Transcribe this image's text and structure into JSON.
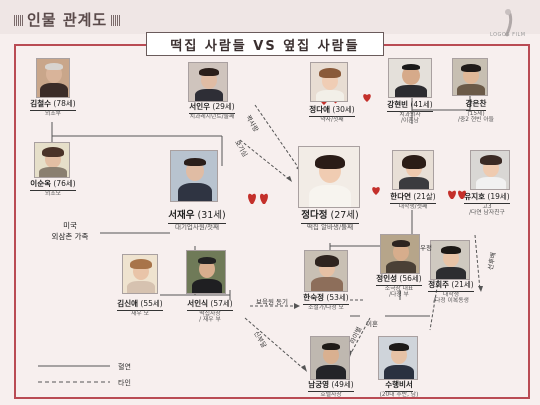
{
  "header": {
    "title": "인물 관계도",
    "logo_text": "LOGOS FILM"
  },
  "banner": "떡집 사람들 VS 옆집 사람들",
  "colors": {
    "frame": "#b94b54",
    "heart": "#c4302b",
    "line": "#555555"
  },
  "people": {
    "kim_cheolsu": {
      "name": "김철수",
      "age": "(78세)",
      "role": "외조부"
    },
    "lee_sunok": {
      "name": "이순옥",
      "age": "(76세)",
      "role": "외조모"
    },
    "seo_inu": {
      "name": "서인우",
      "age": "(29세)",
      "role": "치과레지던트/둘째"
    },
    "seo_jaeu": {
      "name": "서재우",
      "age": "(31세)",
      "role": "대기업사원/첫째"
    },
    "kim_sinae": {
      "name": "김신애",
      "age": "(55세)",
      "role": "재우 모"
    },
    "seo_insik": {
      "name": "서인식",
      "age": "(57세)",
      "role": "떡집사장/재우 부"
    },
    "jeong_daae": {
      "name": "정다애",
      "age": "(30세)",
      "role": "약사/첫째"
    },
    "kang_hyeonbin": {
      "name": "강현빈",
      "age": "(41세)",
      "role": "치과의사/이혼남"
    },
    "kang_eunchan": {
      "name": "강은찬",
      "age": "(15세)",
      "role": "/중2 현빈 아들"
    },
    "jeong_dajeong": {
      "name": "정다정",
      "age": "(27세)",
      "role": "떡집 알바생/둘째"
    },
    "han_dayeon": {
      "name": "한다연",
      "age": "(21살)",
      "role": "대학생/셋째"
    },
    "yu_jiho": {
      "name": "유지호",
      "age": "(19세)",
      "role": "고3/다연 남자친구"
    },
    "han_suksun": {
      "name": "한숙정",
      "age": "(53세)",
      "role": "소설가/다정 모"
    },
    "jeong_inseong": {
      "name": "정인성",
      "age": "(56세)",
      "role": "소극장 대표/다정 부"
    },
    "jeong_hoju": {
      "name": "정희주",
      "age": "(21세)",
      "role": "대학생/다정 이복동생"
    },
    "nam_gungyeong": {
      "name": "남궁영",
      "age": "(49세)",
      "role": "호텔사장"
    },
    "su_secretary": {
      "name": "수행비서",
      "age": "(20대 후반, 남)",
      "role": ""
    }
  },
  "family_label": {
    "line1": "미국",
    "line2": "외삼촌 가족"
  },
  "edges": {
    "jjaksarang": "짝사랑",
    "hogisim": "호기심",
    "ujeong": "우정",
    "dongbaek": "보육원 동기",
    "ihon": "이혼",
    "sinbudal": "신부달",
    "raibeol": "라이벌",
    "seonhyu": "선후배"
  },
  "legend": {
    "blood": "혈연",
    "other": "타인"
  }
}
